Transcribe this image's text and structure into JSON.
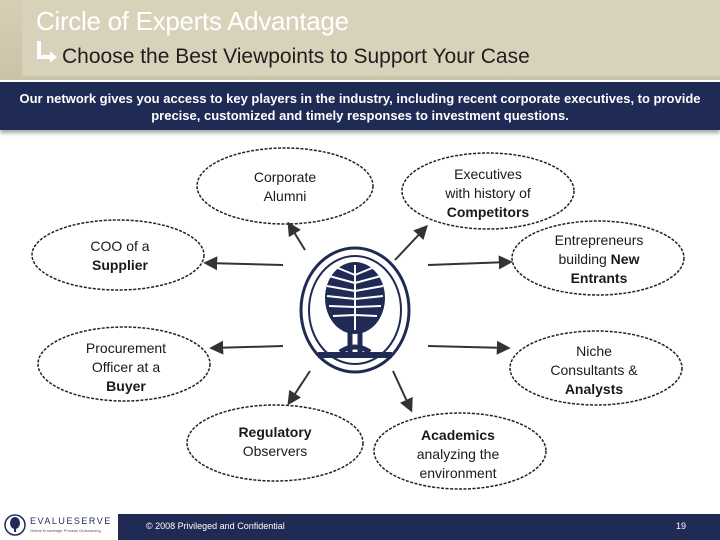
{
  "header": {
    "title": "Circle of Experts Advantage",
    "subtitle": "Choose the Best Viewpoints to Support Your Case"
  },
  "banner": {
    "text": "Our network gives you access to key players in the industry, including recent corporate executives, to provide precise, customized and timely responses to investment questions."
  },
  "nodes": {
    "corporate_alumni": {
      "line1": "Corporate",
      "line2": "Alumni"
    },
    "executives": {
      "line1": "Executives",
      "line2": "with history of",
      "line3": "Competitors"
    },
    "coo": {
      "line1": "COO of a",
      "line2": "Supplier"
    },
    "entrepreneurs": {
      "line1": "Entrepreneurs",
      "line2a": "building ",
      "line2b": "New",
      "line3": "Entrants"
    },
    "procurement": {
      "line1": "Procurement",
      "line2": "Officer at a",
      "line3": "Buyer"
    },
    "niche": {
      "line1": "Niche",
      "line2": "Consultants &",
      "line3": "Analysts"
    },
    "regulatory": {
      "line1": "Regulatory",
      "line2": "Observers"
    },
    "academics": {
      "line1": "Academics",
      "line2": "analyzing the",
      "line3": "environment"
    }
  },
  "footer": {
    "copyright": "© 2008 Privileged and Confidential",
    "page": "19",
    "logo_word": "EVALUESERVE",
    "logo_tagline": "Global Knowledge Process Outsourcing"
  },
  "colors": {
    "navy": "#1f2b55",
    "header_tan": "#d9d2ba",
    "ellipse_border": "#222222"
  },
  "icons": {
    "subtitle_arrow": "corner-arrow-icon",
    "center": "tree-emblem-icon",
    "logo": "evalueserve-logo-icon"
  }
}
